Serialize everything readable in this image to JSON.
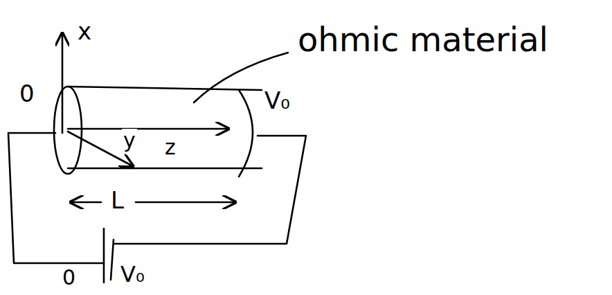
{
  "diagram": {
    "labels": [
      "ohmic material",
      "x",
      "0",
      "V₀",
      "y",
      "z",
      "L",
      "0",
      "V₀"
    ]
  }
}
